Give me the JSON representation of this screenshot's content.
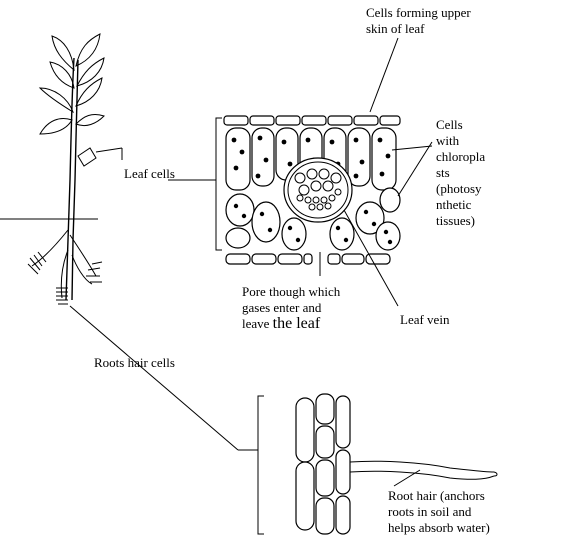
{
  "labels": {
    "upper_skin": [
      "Cells forming upper",
      "skin of leaf"
    ],
    "leaf_cells": "Leaf cells",
    "chloroplast": [
      "Cells",
      "with",
      "chloropla",
      "sts",
      "(photosy",
      "nthetic",
      "tissues)"
    ],
    "pore": [
      "Pore though which",
      "gases enter and"
    ],
    "pore_leave": "leave",
    "pore_leaf": "the leaf",
    "leaf_vein": "Leaf vein",
    "roots_hair_cells": "Roots hair cells",
    "root_hair": [
      "Root hair (anchors",
      "roots in soil and",
      "helps absorb water)"
    ]
  }
}
